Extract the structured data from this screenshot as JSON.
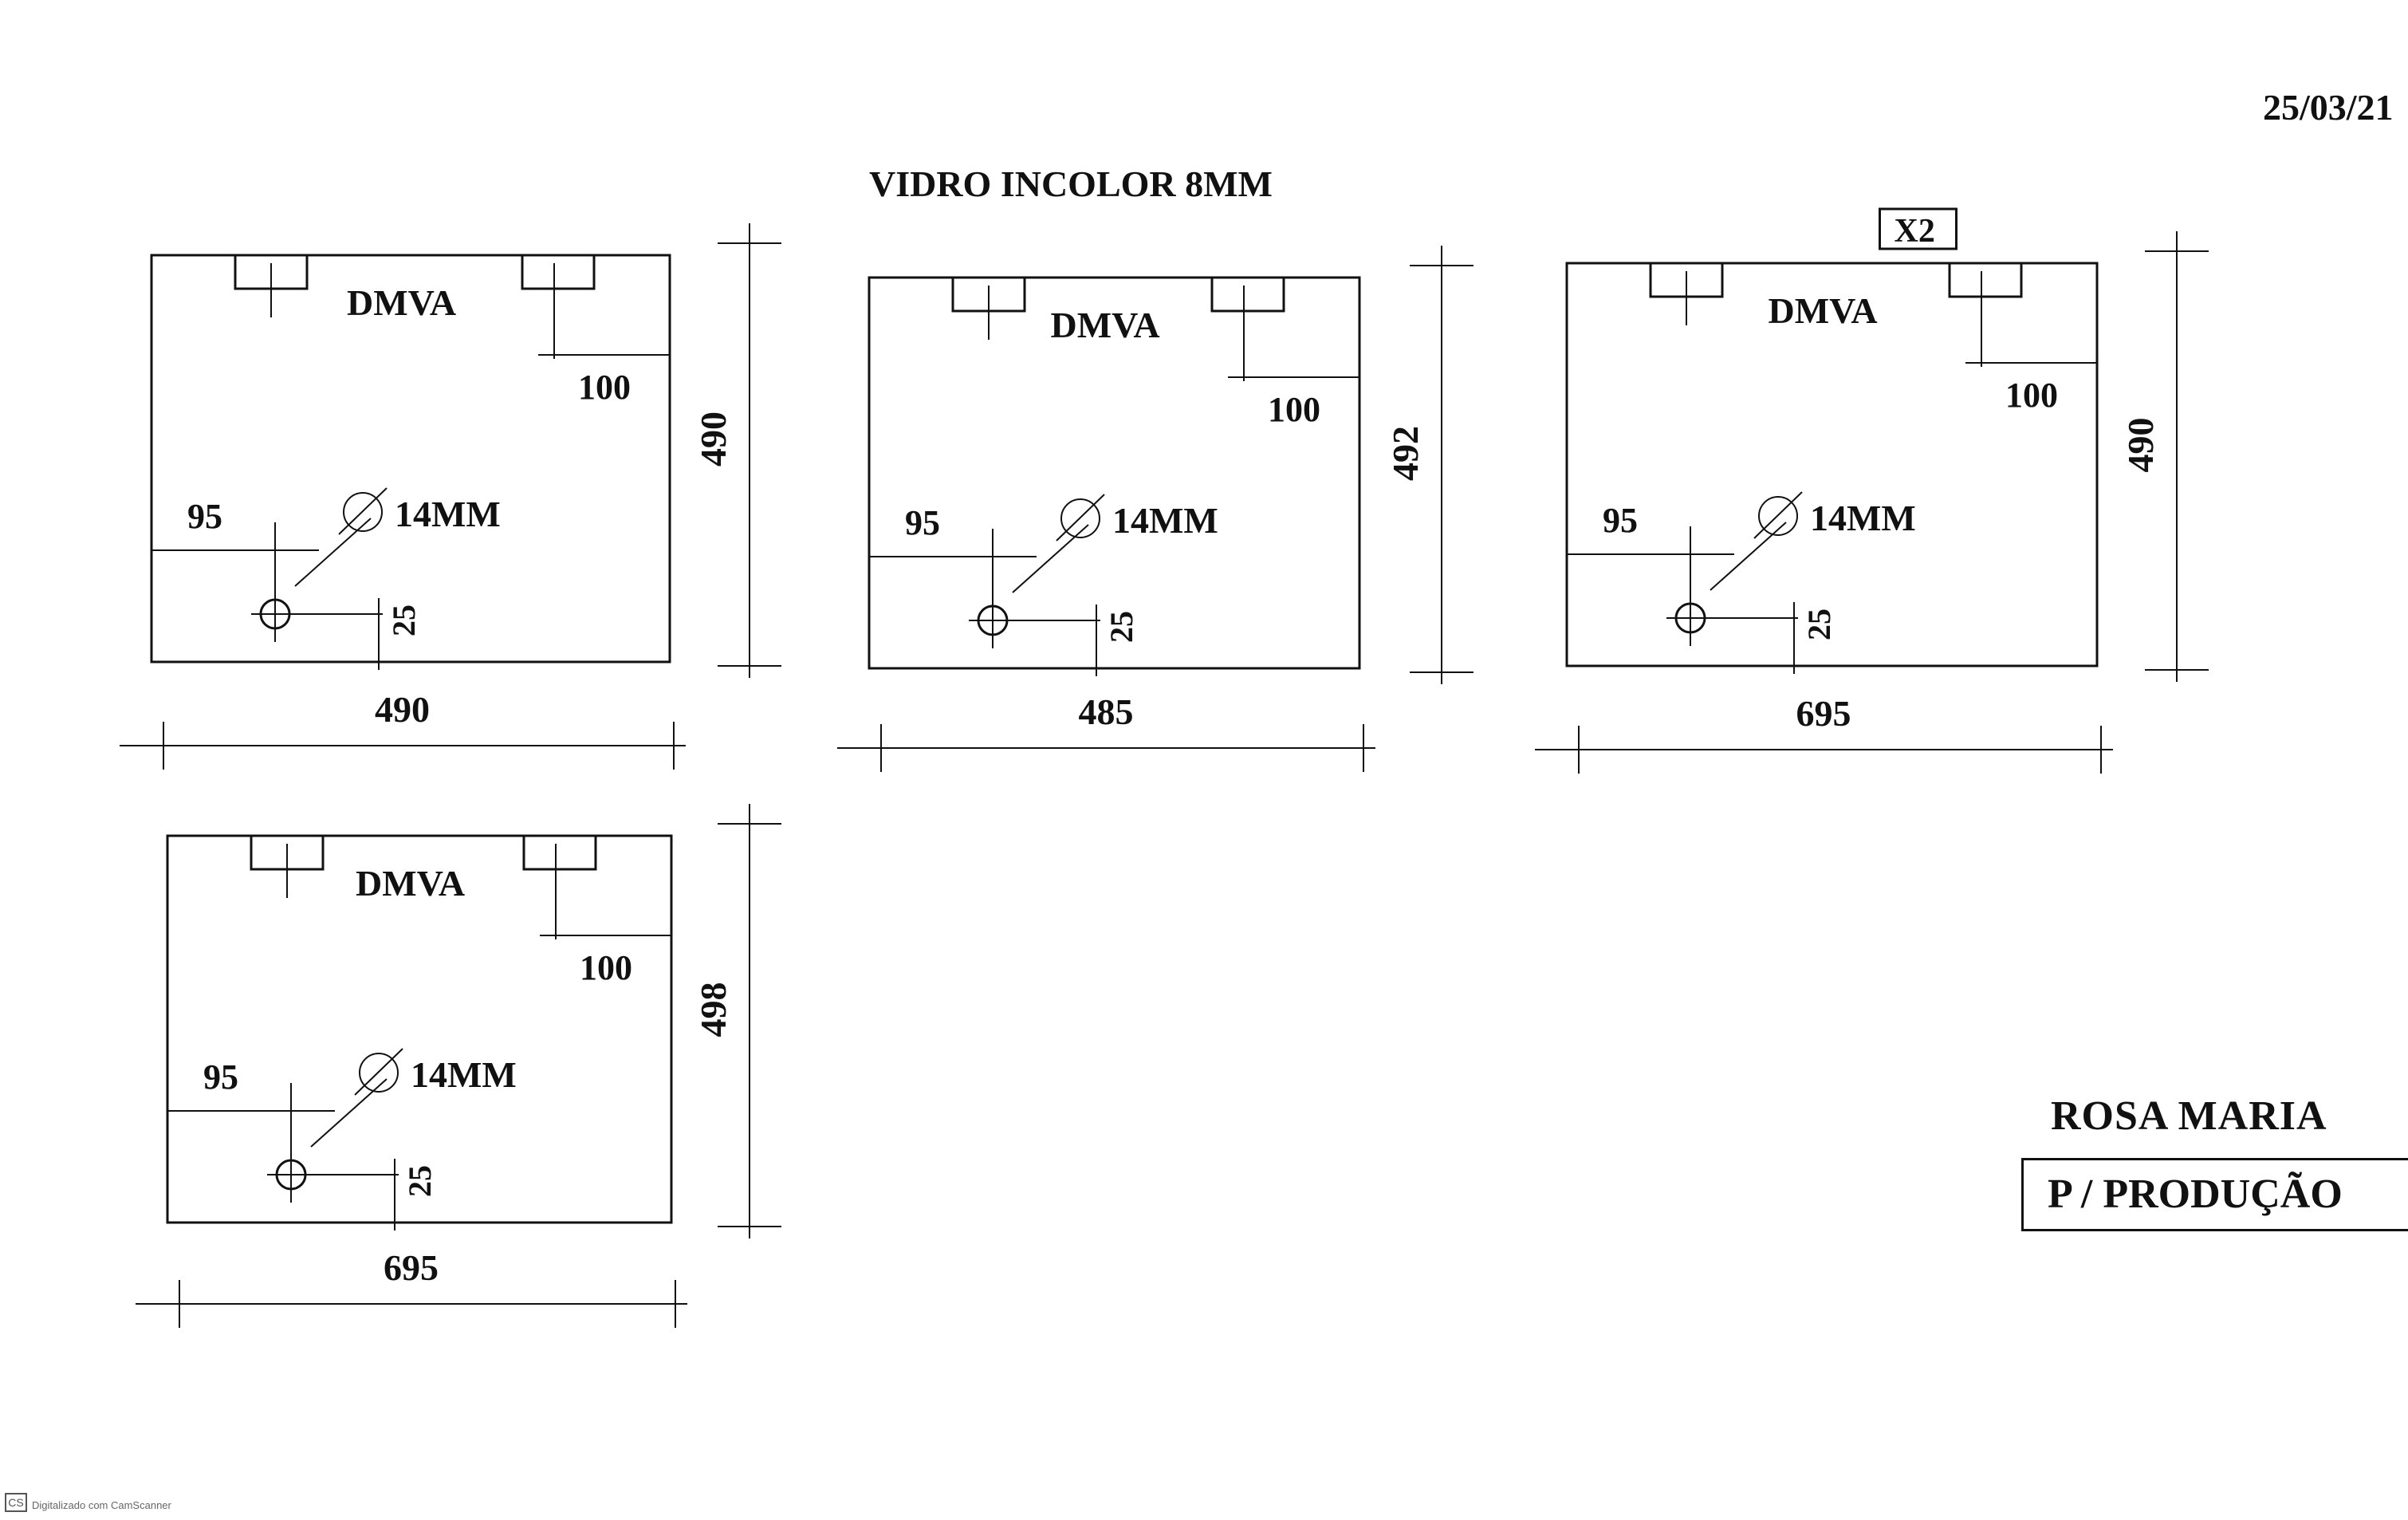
{
  "header": {
    "date": "25/03/21",
    "title": "VIDRO INCOLOR 8MM"
  },
  "panels": [
    {
      "label": "DMVA",
      "width": "490",
      "height": "490",
      "offset_top": "100",
      "offset_left": "95",
      "offset_bottom": "25",
      "hole": "14MM",
      "qty": ""
    },
    {
      "label": "DMVA",
      "width": "485",
      "height": "492",
      "offset_top": "100",
      "offset_left": "95",
      "offset_bottom": "25",
      "hole": "14MM",
      "qty": ""
    },
    {
      "label": "DMVA",
      "width": "695",
      "height": "490",
      "offset_top": "100",
      "offset_left": "95",
      "offset_bottom": "25",
      "hole": "14MM",
      "qty": "X2"
    },
    {
      "label": "DMVA",
      "width": "695",
      "height": "498",
      "offset_top": "100",
      "offset_left": "95",
      "offset_bottom": "25",
      "hole": "14MM",
      "qty": ""
    }
  ],
  "footer": {
    "client": "ROSA MARIA",
    "stamp": "P / PRODUÇÃO",
    "scanner_logo": "CS",
    "scanner_text": "Digitalizado com CamScanner"
  }
}
